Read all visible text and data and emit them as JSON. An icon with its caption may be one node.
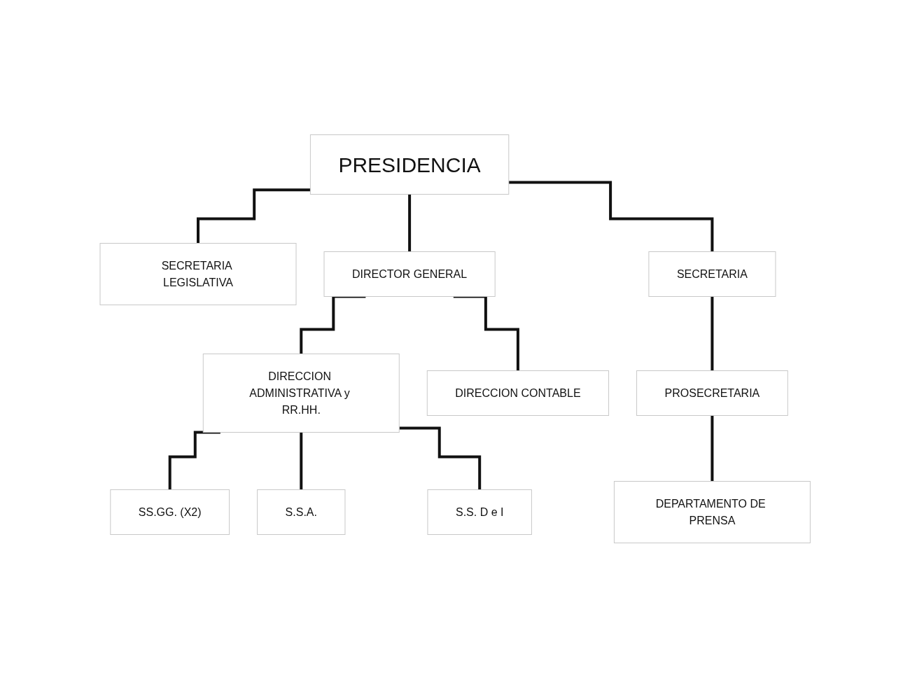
{
  "diagram": {
    "nodes": [
      {
        "text": [
          "PRESIDENCIA"
        ]
      },
      {
        "text": [
          "SECRETARIA LEGISLATIVA"
        ]
      },
      {
        "text": [
          "SECRETARIA"
        ]
      },
      {
        "text": [
          "DIRECTOR GENERAL"
        ]
      },
      {
        "text": [
          "PROSECRETARIA"
        ]
      },
      {
        "text": [
          "DIRECCION CONTABLE"
        ]
      },
      {
        "text": [
          "DIRECCION ADMINISTRATIVA y RR.HH."
        ]
      },
      {
        "text": [
          "DEPARTAMENTO DE PRENSA"
        ]
      },
      {
        "text": [
          "SS.GG. (X2)"
        ]
      },
      {
        "text": [
          "S.S.A."
        ]
      },
      {
        "text": [
          "S.S. D e I"
        ]
      }
    ],
    "edges": [
      {
        "from": 0,
        "to": 1,
        "arrow": "none"
      },
      {
        "from": 0,
        "to": 3,
        "arrow": "none"
      },
      {
        "from": 0,
        "to": 2,
        "arrow": "none"
      },
      {
        "from": 2,
        "to": 4,
        "arrow": "none"
      },
      {
        "from": 3,
        "to": 5,
        "arrow": "none"
      },
      {
        "from": 3,
        "to": 6,
        "arrow": "none"
      },
      {
        "from": 4,
        "to": 7,
        "arrow": "none"
      },
      {
        "from": 6,
        "to": 8,
        "arrow": "none"
      },
      {
        "from": 6,
        "to": 9,
        "arrow": "none"
      },
      {
        "from": 6,
        "to": 10,
        "arrow": "none"
      }
    ]
  }
}
